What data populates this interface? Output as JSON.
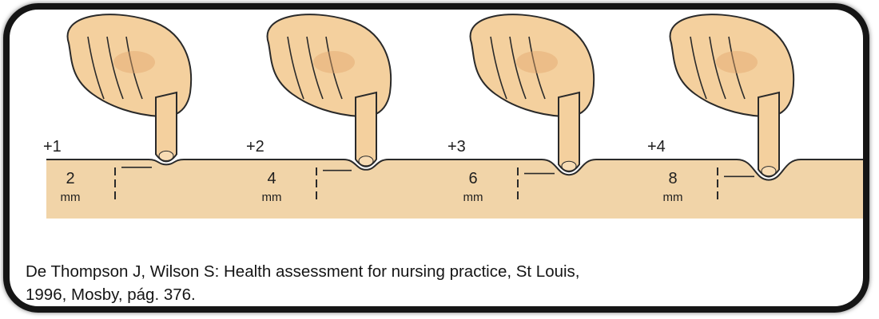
{
  "figure": {
    "levels": [
      {
        "grade": "+1",
        "depth": "2",
        "unit": "mm",
        "depth_mm": 2
      },
      {
        "grade": "+2",
        "depth": "4",
        "unit": "mm",
        "depth_mm": 4
      },
      {
        "grade": "+3",
        "depth": "6",
        "unit": "mm",
        "depth_mm": 6
      },
      {
        "grade": "+4",
        "depth": "8",
        "unit": "mm",
        "depth_mm": 8
      }
    ]
  },
  "citation": {
    "line1": "De Thompson J, Wilson S: Health assessment for nursing practice, St Louis,",
    "line2": "1996, Mosby, pág. 376."
  },
  "colors": {
    "frame": "#151515",
    "skin": "#f1d4a8",
    "hand": "#f4d09e",
    "hand_shadow": "#e3a66c",
    "outline": "#2a2a2a"
  }
}
